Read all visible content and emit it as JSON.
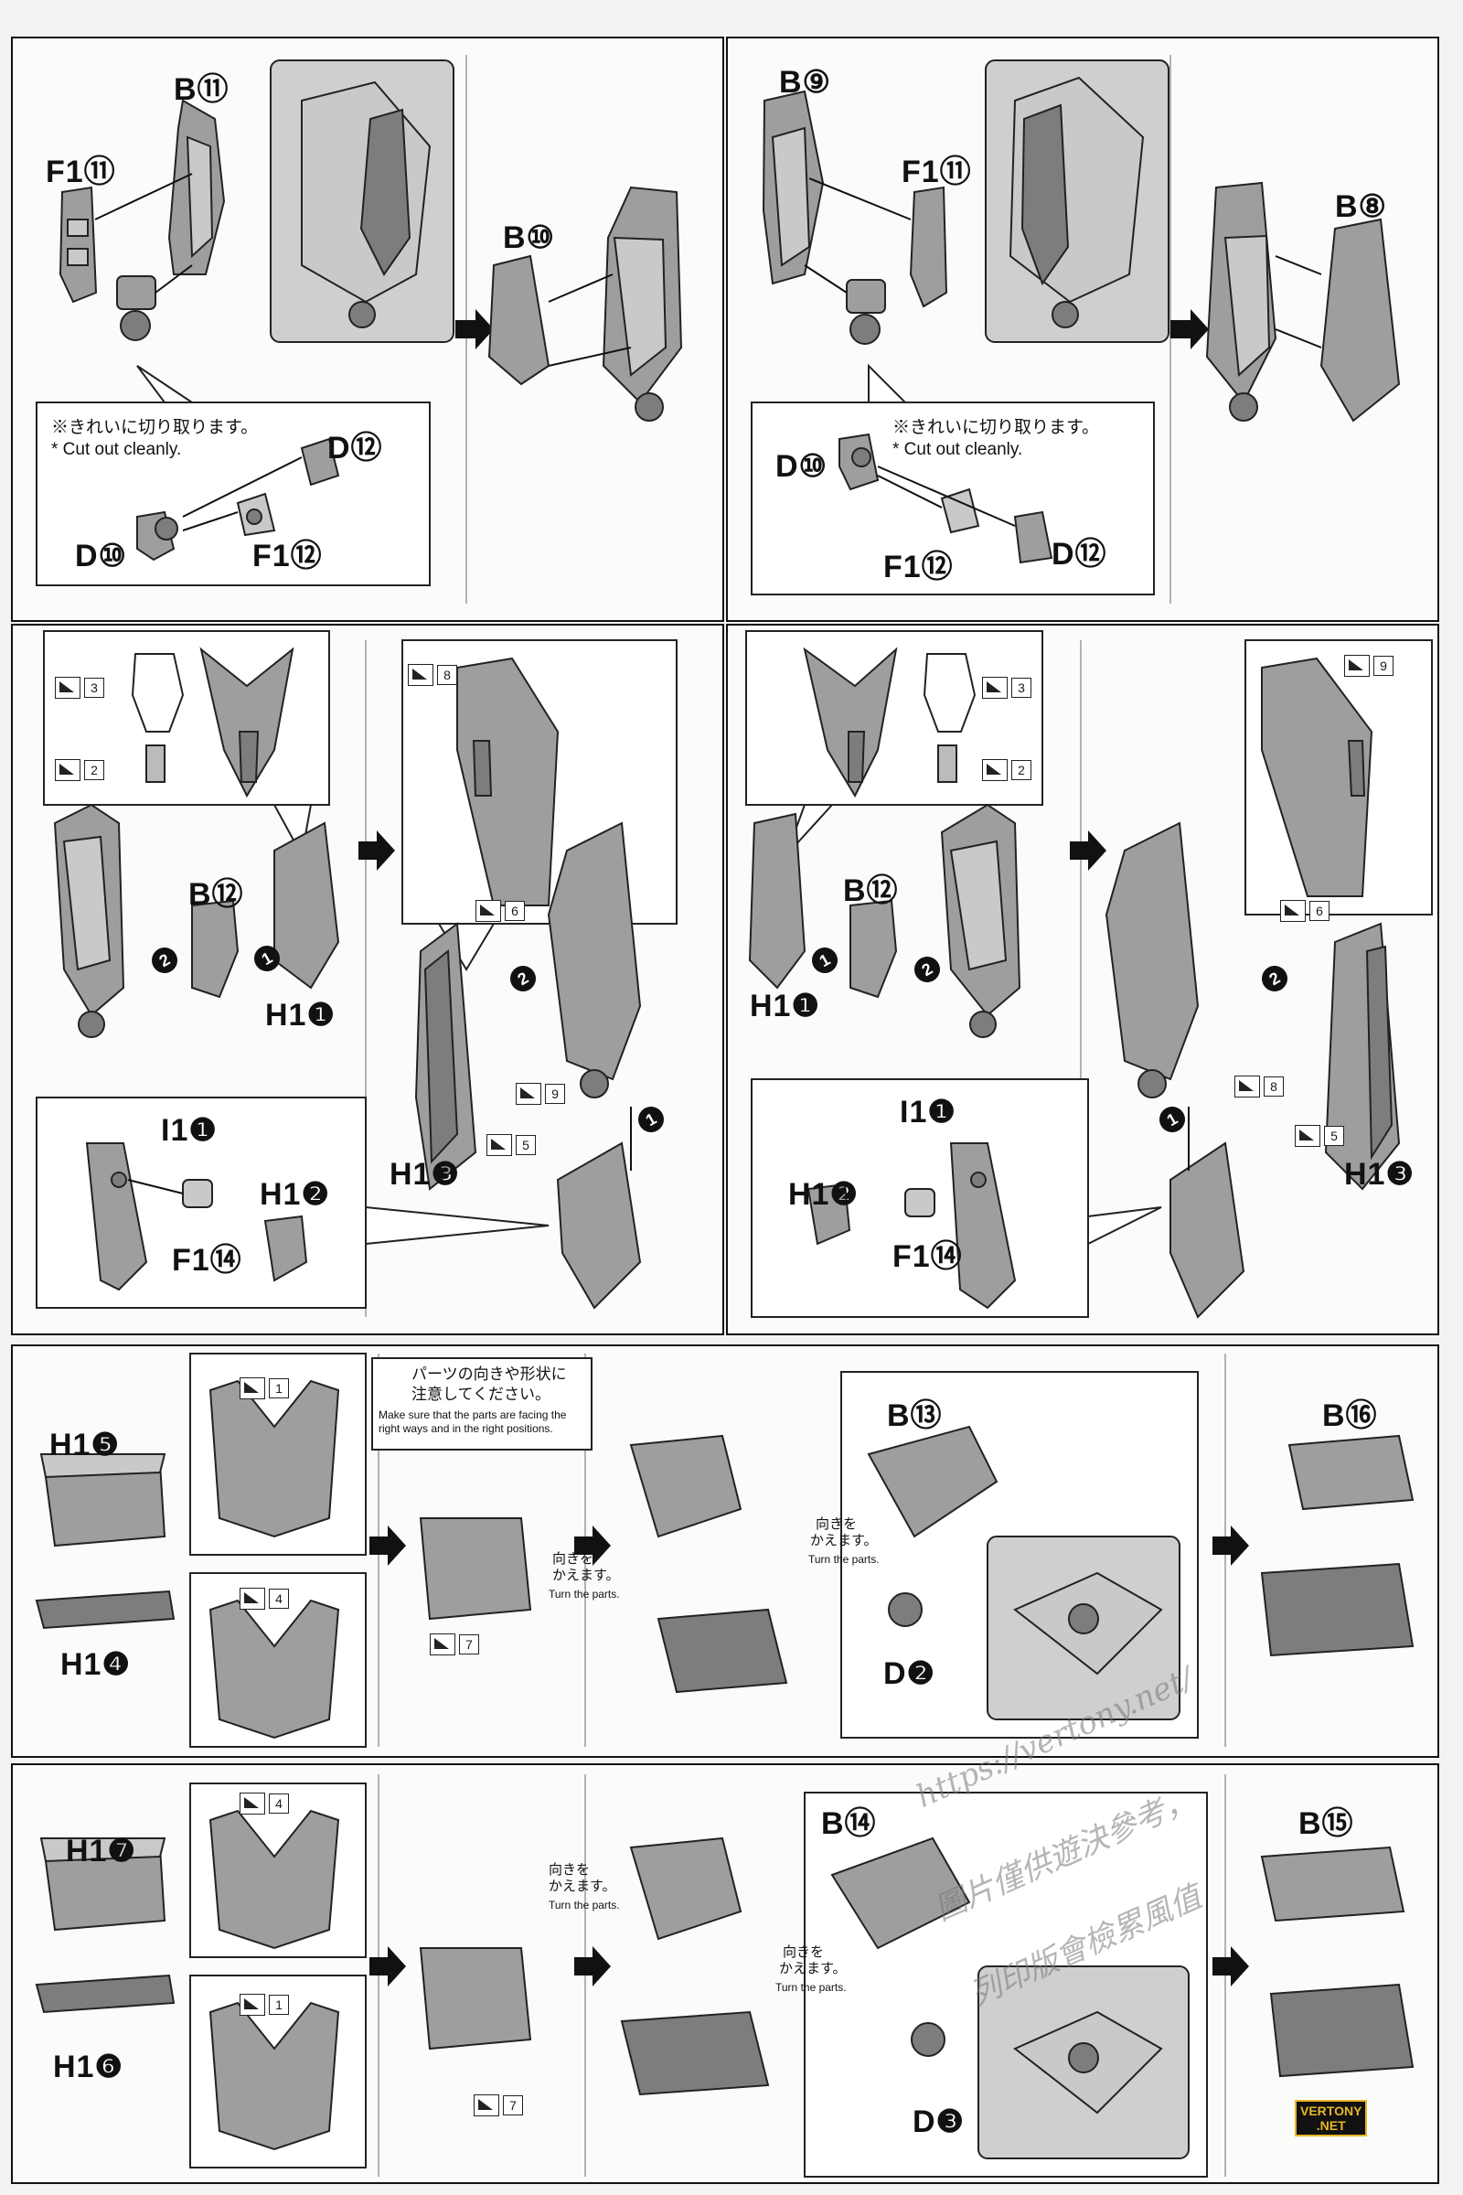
{
  "panel1": {
    "labels": [
      "B⑪",
      "F1⑪",
      "B⑩",
      "D⑫",
      "D⑩",
      "F1⑫"
    ],
    "note_jp": "※きれいに切り取ります。",
    "note_en": "* Cut out cleanly."
  },
  "panel2": {
    "labels": [
      "B⑨",
      "F1⑪",
      "B⑧",
      "D⑩",
      "D⑫",
      "F1⑫"
    ],
    "note_jp": "※きれいに切り取ります。",
    "note_en": "* Cut out cleanly."
  },
  "panel3": {
    "labels": [
      "B⑫",
      "H1❶",
      "I1❶",
      "H1❷",
      "F1⑭",
      "H1❸"
    ],
    "stickers": [
      "3",
      "2",
      "8",
      "6",
      "9",
      "5"
    ]
  },
  "panel4": {
    "labels": [
      "B⑫",
      "H1❶",
      "I1❶",
      "H1❷",
      "F1⑭",
      "H1❸"
    ],
    "stickers": [
      "3",
      "2",
      "9",
      "6",
      "8",
      "5"
    ]
  },
  "panel5": {
    "labels": [
      "H1❺",
      "H1❹",
      "B⑬",
      "D❷",
      "B⑯"
    ],
    "stickers": [
      "1",
      "4",
      "7"
    ],
    "caution_jp_1": "パーツの向きや形状に",
    "caution_jp_2": "注意してください。",
    "caution_en": "Make sure that the parts are facing the right ways and in the right positions.",
    "turn_jp_1": "向きを",
    "turn_jp_2": "かえます。",
    "turn_en": "Turn the parts."
  },
  "panel6": {
    "labels": [
      "H1❼",
      "H1❻",
      "B⑭",
      "D❸",
      "B⑮"
    ],
    "stickers": [
      "4",
      "1",
      "7"
    ],
    "turn_jp_1": "向きを",
    "turn_jp_2": "かえます。",
    "turn_en": "Turn the parts."
  },
  "watermark": {
    "line1": "https://vertony.net/",
    "line2": "圖片僅供遊決參考，",
    "line3": "列印版會檢累風值"
  },
  "logo": {
    "line1": "VERTONY",
    "line2": ".NET"
  }
}
